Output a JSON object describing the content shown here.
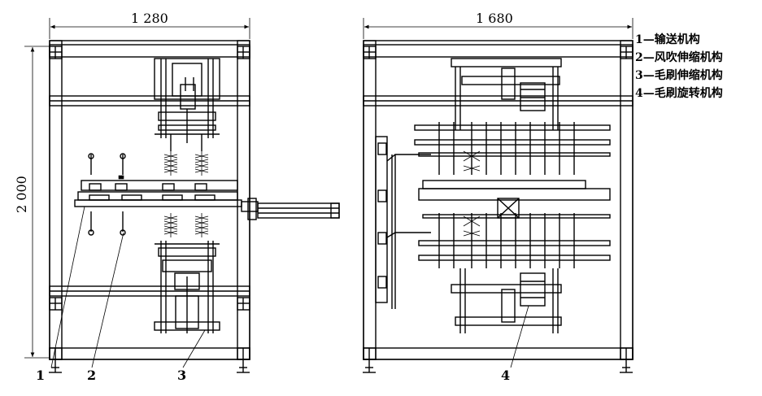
{
  "dimensions": {
    "left_width": "1 280",
    "left_height": "2 000",
    "right_width": "1 680"
  },
  "callouts": [
    "1",
    "2",
    "3",
    "4"
  ],
  "legend": [
    "1—输送机构",
    "2—风吹伸缩机构",
    "3—毛刷伸缩机构",
    "4—毛刷旋转机构"
  ]
}
